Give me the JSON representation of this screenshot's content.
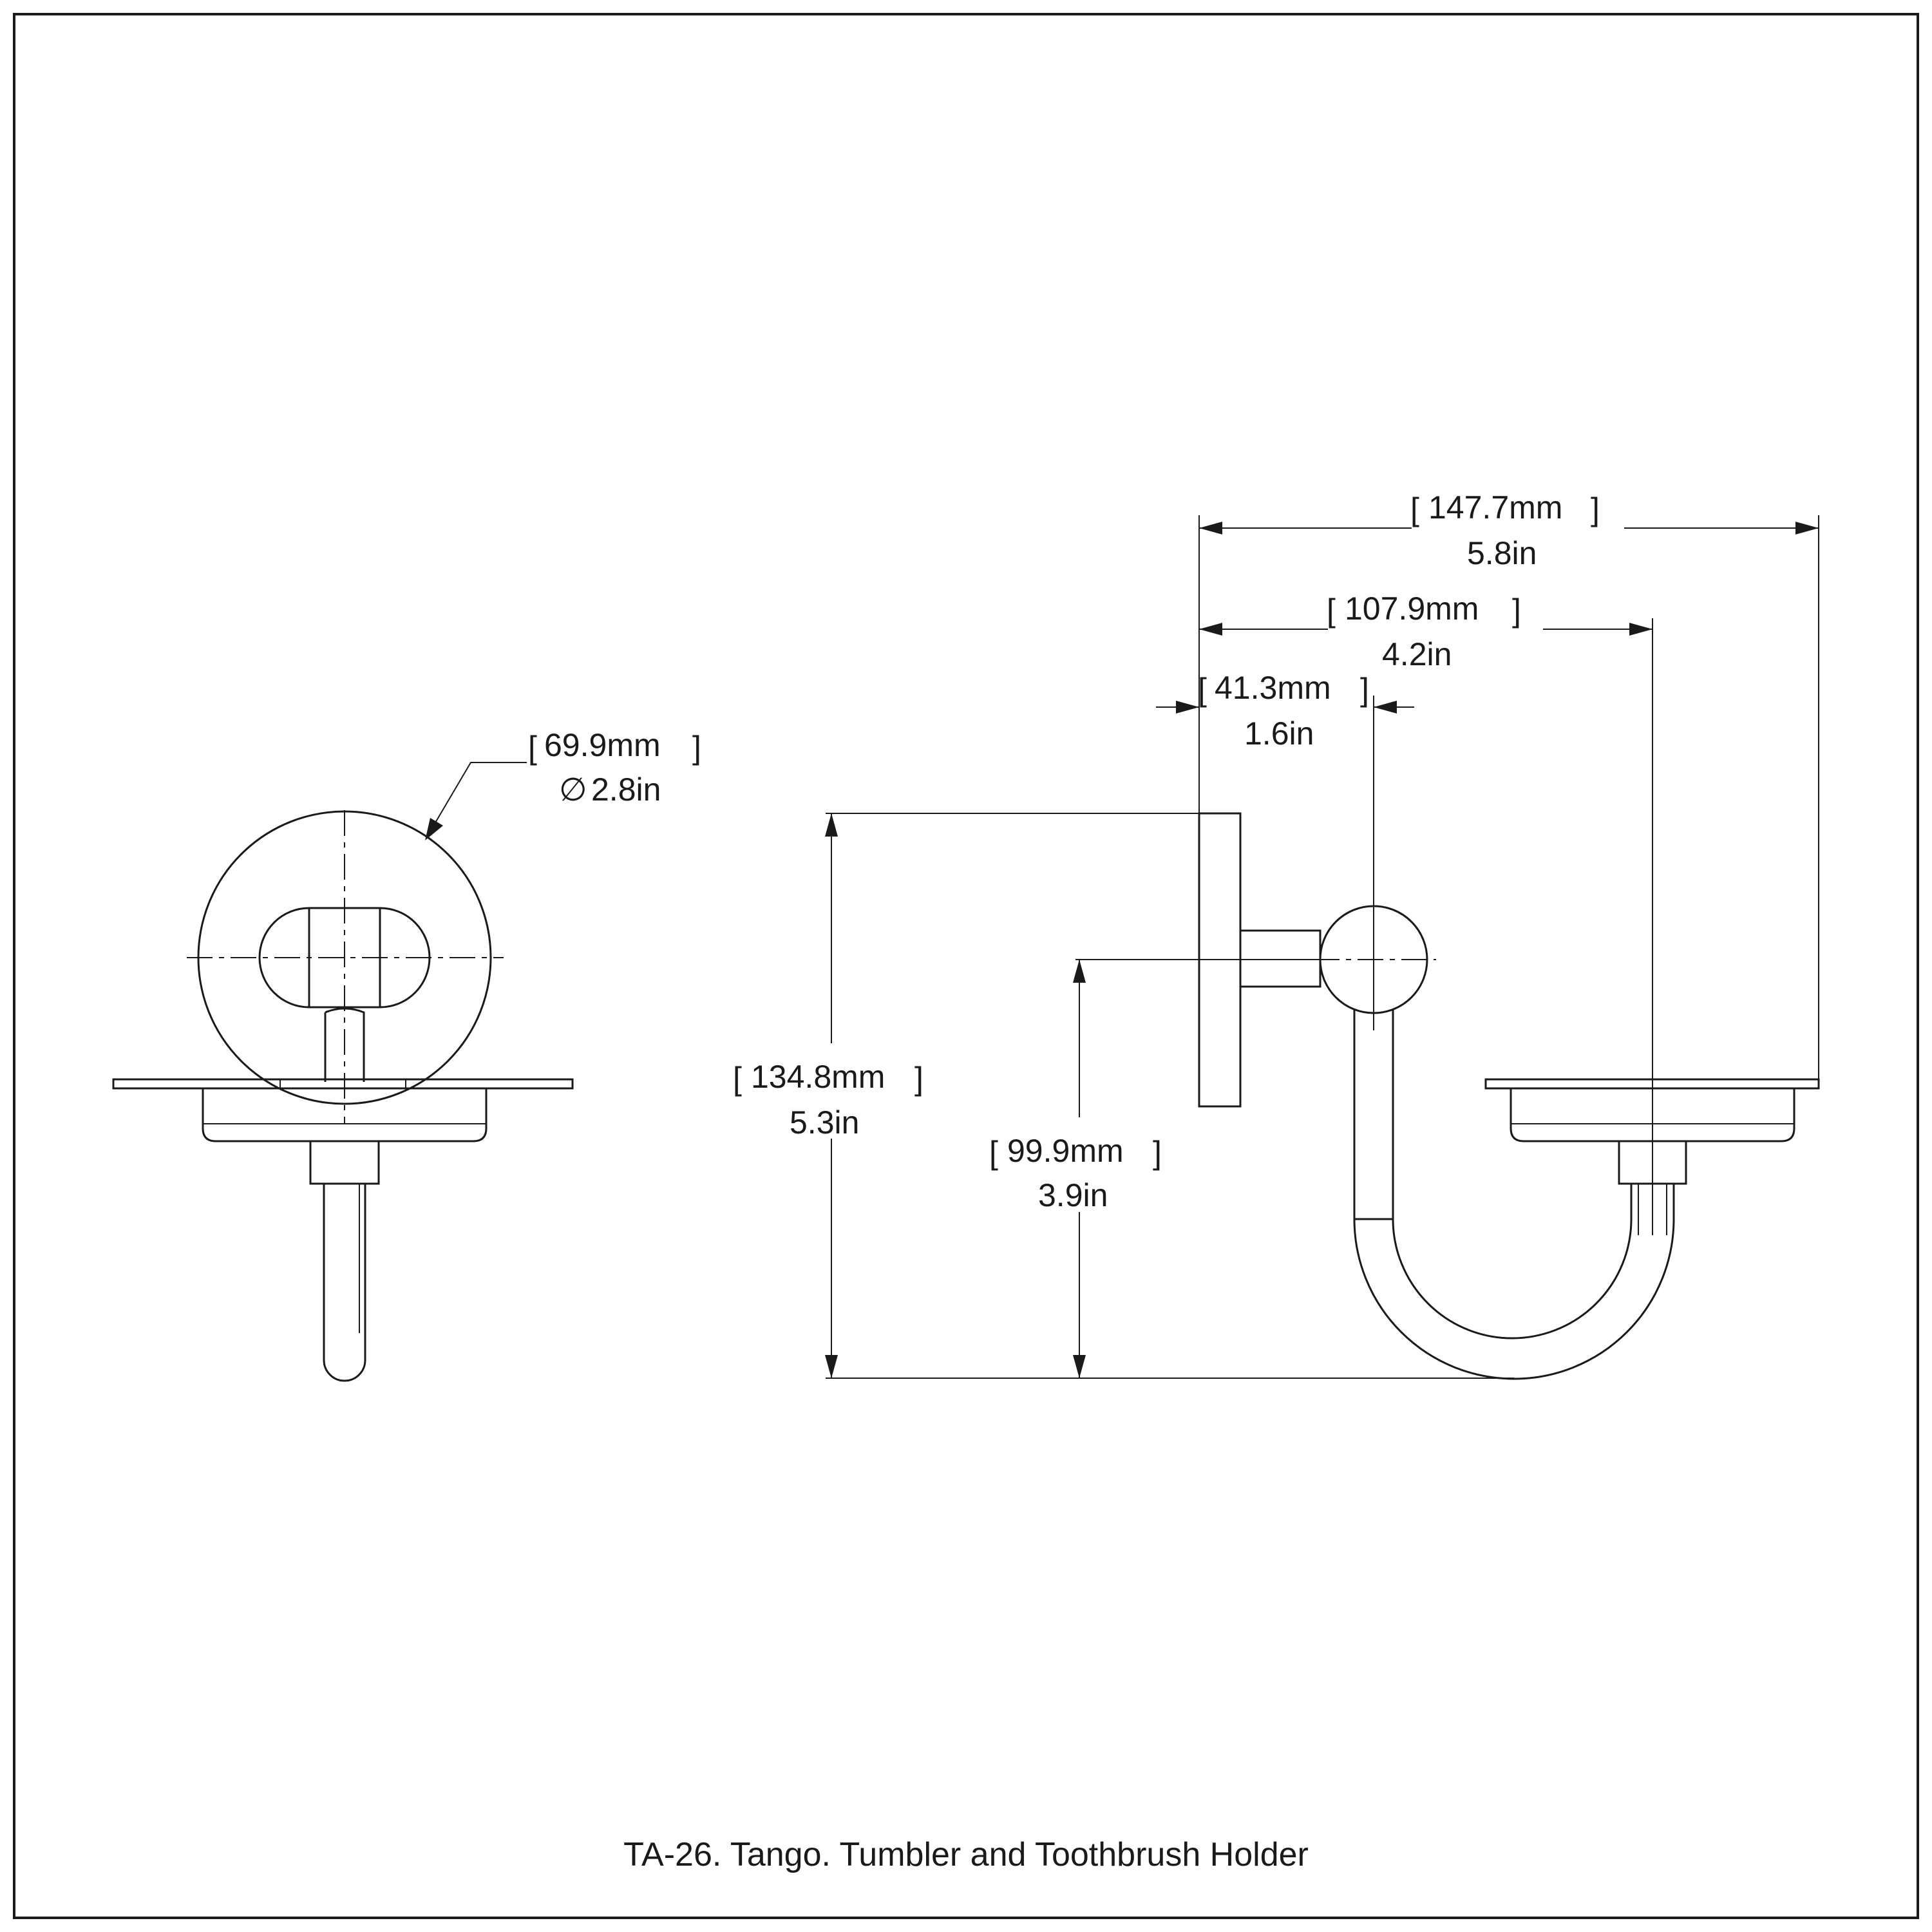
{
  "drawing": {
    "title": "TA-26. Tango. Tumbler and Toothbrush Holder",
    "dimensions": {
      "overall_width": {
        "mm": "147.7mm",
        "in": "5.8in"
      },
      "cup_center": {
        "mm": "107.9mm",
        "in": "4.2in"
      },
      "arm_offset": {
        "mm": "41.3mm",
        "in": "1.6in"
      },
      "flange_diameter": {
        "mm": "69.9mm",
        "in": "2.8in",
        "symbol": "∅"
      },
      "overall_height": {
        "mm": "134.8mm",
        "in": "5.3in"
      },
      "arm_height": {
        "mm": "99.9mm",
        "in": "3.9in"
      }
    }
  }
}
